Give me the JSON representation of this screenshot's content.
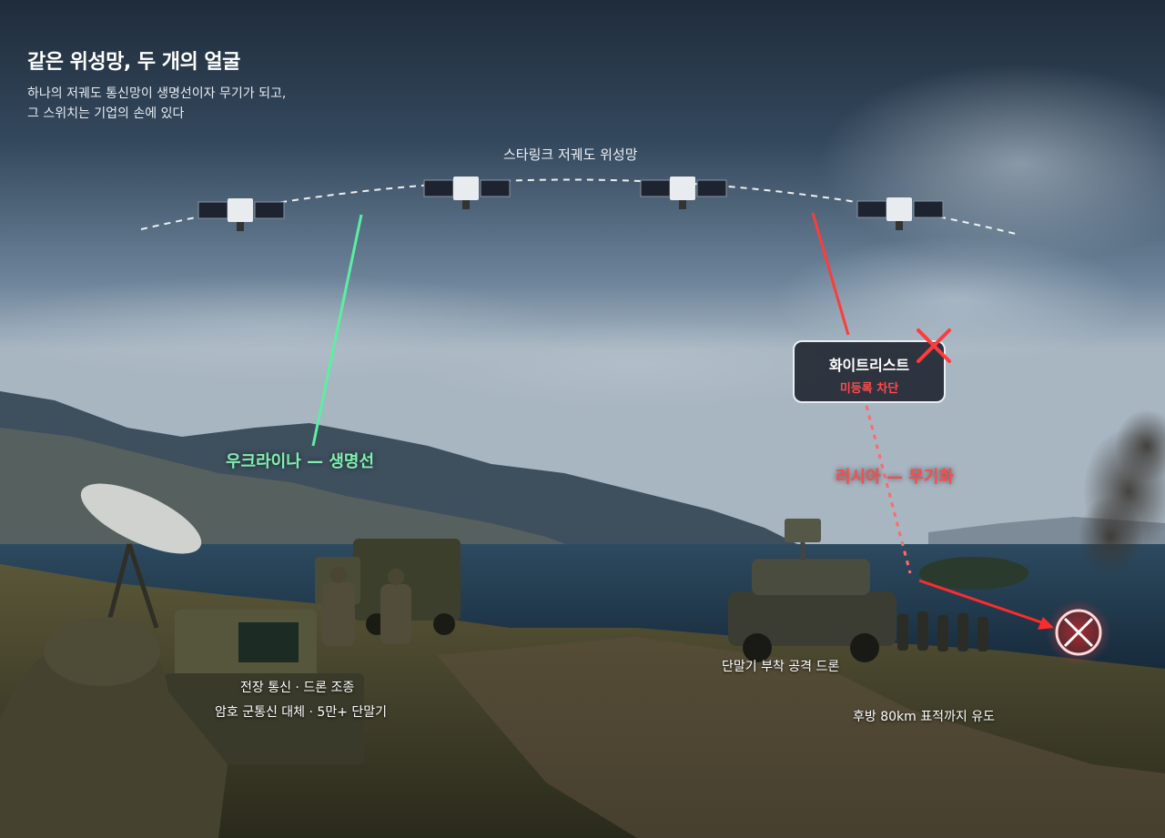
{
  "header": {
    "title": "같은 위성망, 두 개의 얼굴",
    "subtitle_line1": "하나의 저궤도 통신망이 생명선이자 무기가 되고,",
    "subtitle_line2": "그 스위치는 기업의 손에 있다"
  },
  "orbit": {
    "label": "스타링크 저궤도 위성망"
  },
  "ukraine": {
    "label": "우크라이나 — 생명선"
  },
  "russia": {
    "label": "러시아 — 무기화"
  },
  "whitelist": {
    "title": "화이트리스트",
    "subtitle": "미등록 차단"
  },
  "captions": {
    "comms_title": "전장 통신 · 드론 조종",
    "comms_detail": "암호 군통신 대체 · 5만+ 단말기",
    "drone": "단말기 부착 공격 드론",
    "guidance": "후방 80km 표적까지 유도"
  },
  "colors": {
    "lifeline": "#59e39a",
    "weapon": "#ff3b3b",
    "sky": "#2c3e50",
    "sea": "#1d3447"
  }
}
